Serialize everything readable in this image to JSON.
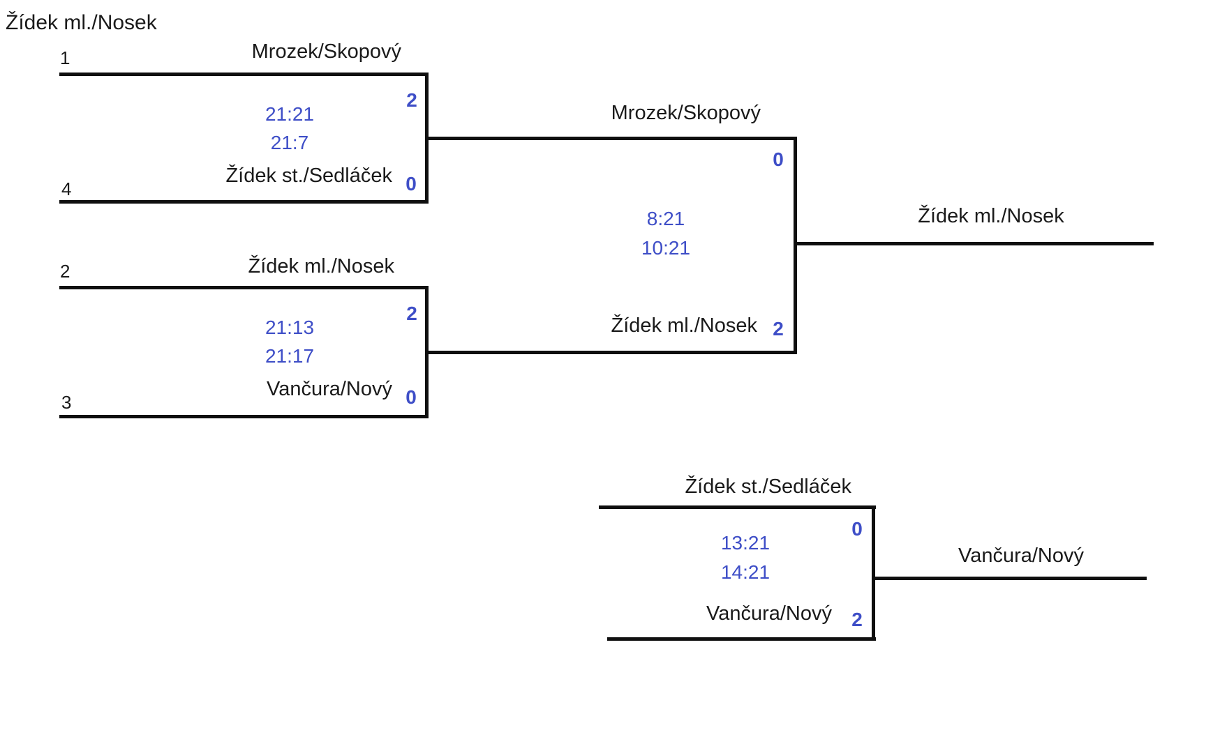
{
  "title": "Žídek ml./Nosek",
  "colors": {
    "line": "#0f0f0f",
    "text": "#1a1a1a",
    "score_blue": "#3e4ec7"
  },
  "semifinal_1": {
    "seed_top": "1",
    "team_top": "Mrozek/Skopový",
    "score_top": "2",
    "sets": [
      "21:21",
      "21:7"
    ],
    "seed_bottom": "4",
    "team_bottom": "Žídek st./Sedláček",
    "score_bottom": "0"
  },
  "semifinal_2": {
    "seed_top": "2",
    "team_top": "Žídek ml./Nosek",
    "score_top": "2",
    "sets": [
      "21:13",
      "21:17"
    ],
    "seed_bottom": "3",
    "team_bottom": "Vančura/Nový",
    "score_bottom": "0"
  },
  "final": {
    "team_top": "Mrozek/Skopový",
    "score_top": "0",
    "sets": [
      "8:21",
      "10:21"
    ],
    "team_bottom": "Žídek ml./Nosek",
    "score_bottom": "2",
    "winner": "Žídek ml./Nosek"
  },
  "third_place": {
    "team_top": "Žídek st./Sedláček",
    "score_top": "0",
    "sets": [
      "13:21",
      "14:21"
    ],
    "team_bottom": "Vančura/Nový",
    "score_bottom": "2",
    "winner": "Vančura/Nový"
  }
}
